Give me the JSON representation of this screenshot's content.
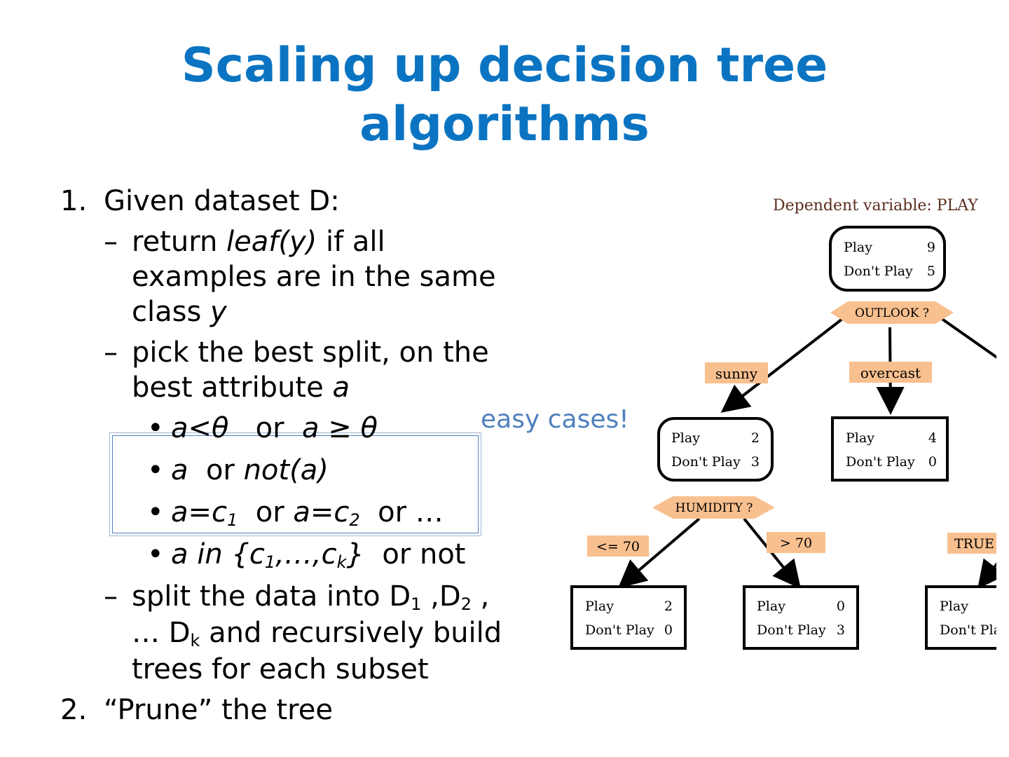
{
  "slide": {
    "title_line1": "Scaling up decision tree",
    "title_line2": "algorithms",
    "callout": "easy cases!"
  },
  "list": {
    "item1_num": "1.",
    "item1_text": "Given dataset D:",
    "dash": "–",
    "sub1_a": "return ",
    "sub1_italic": "leaf(y)",
    "sub1_b": " if all",
    "sub1_line2": "examples are in the same",
    "sub1_line3a": "class ",
    "sub1_line3_italic": "y",
    "sub2_line1": "pick the best split, on the",
    "sub2_line2a": "best attribute ",
    "sub2_line2_italic": "a",
    "bullet": "•",
    "b1_i1": "a<θ",
    "b1_or": "   or  ",
    "b1_i2": "a ≥ θ",
    "b2_i1": "a",
    "b2_or": "  or ",
    "b2_i2": "not(a)",
    "b3_i1": "a=c",
    "b3_sub1": "1",
    "b3_or": "  or ",
    "b3_i2": "a=c",
    "b3_sub2": "2",
    "b3_tail": "  or …",
    "b4_i1": "a in {c",
    "b4_sub1": "1",
    "b4_i2": ",…,c",
    "b4_subk": "k",
    "b4_i3": "}",
    "b4_tail": "  or not",
    "sub3_l1a": "split the data into D",
    "sub3_s1": "1",
    "sub3_l1b": " ,D",
    "sub3_s2": "2",
    "sub3_l1c": " ,",
    "sub3_l2a": "… D",
    "sub3_sk": "k",
    "sub3_l2b": " and recursively build",
    "sub3_l3": "trees for each subset",
    "item2_num": "2.",
    "item2_text": "“Prune” the tree"
  },
  "tree": {
    "heading": "Dependent variable: PLAY",
    "root": {
      "play_label": "Play",
      "play": "9",
      "dont_label": "Don't Play",
      "dont": "5"
    },
    "outlook_q": "OUTLOOK ?",
    "edge_sunny": "sunny",
    "edge_overcast": "overcast",
    "sunny_node": {
      "play_label": "Play",
      "play": "2",
      "dont_label": "Don't Play",
      "dont": "3"
    },
    "overcast_node": {
      "play_label": "Play",
      "play": "4",
      "dont_label": "Don't Play",
      "dont": "0"
    },
    "humidity_q": "HUMIDITY ?",
    "edge_le70": "<= 70",
    "edge_gt70": "> 70",
    "edge_true": "TRUE",
    "leaf_le70": {
      "play_label": "Play",
      "play": "2",
      "dont_label": "Don't Play",
      "dont": "0"
    },
    "leaf_gt70": {
      "play_label": "Play",
      "play": "0",
      "dont_label": "Don't Play",
      "dont": "3"
    },
    "leaf_true": {
      "play_label": "Play",
      "dont_label": "Don't Play"
    },
    "colors": {
      "label_bg": "#f9c08f",
      "decision_bg": "#f9c08f",
      "heading": "#5a2e1e"
    }
  }
}
